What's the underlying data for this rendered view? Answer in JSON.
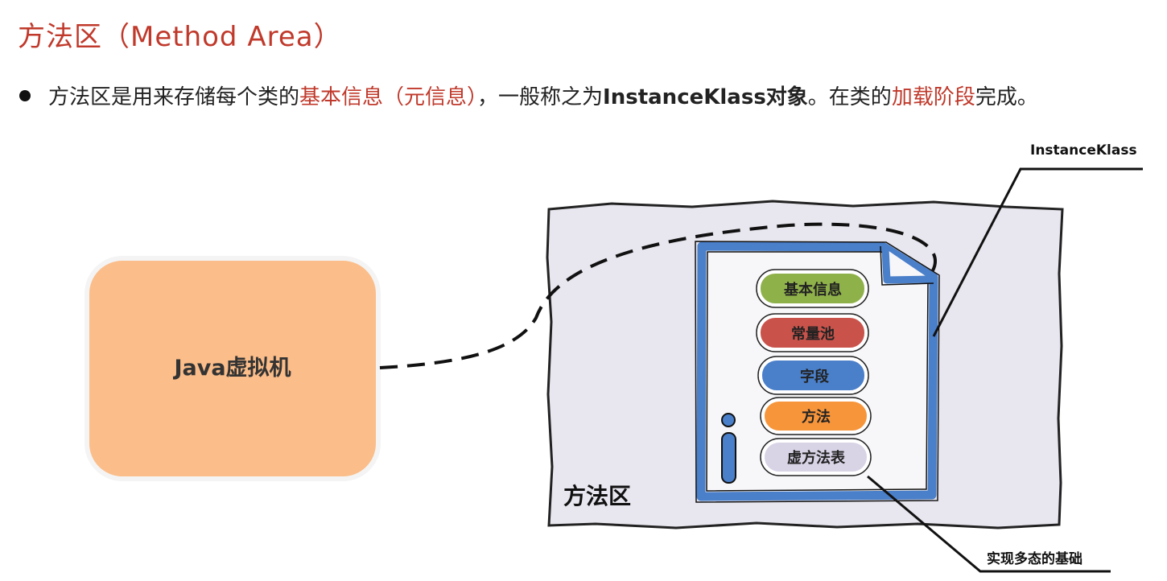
{
  "title": "方法区（Method Area）",
  "description": {
    "part1": "方法区是用来存储每个类的",
    "highlight1": "基本信息（元信息）",
    "part2": "，一般称之为",
    "bold1": "InstanceKlass对象",
    "part3": "。在类的",
    "highlight2": "加载阶段",
    "part4": "完成。"
  },
  "diagram": {
    "jvm_label": "Java虚拟机",
    "method_area_label": "方法区",
    "instanceklass_callout": "InstanceKlass",
    "polymorphism_callout": "实现多态的基础",
    "items": [
      {
        "label": "基本信息",
        "color": "#8fb14a"
      },
      {
        "label": "常量池",
        "color": "#c9534b"
      },
      {
        "label": "字段",
        "color": "#4a7fc9"
      },
      {
        "label": "方法",
        "color": "#f7953b"
      },
      {
        "label": "虚方法表",
        "color": "#d9d3e6"
      }
    ],
    "colors": {
      "accent_red": "#c0392b",
      "jvm_fill": "#fbbd89",
      "method_area_fill": "#e8e6ee",
      "document_border": "#4a7fc9"
    }
  }
}
